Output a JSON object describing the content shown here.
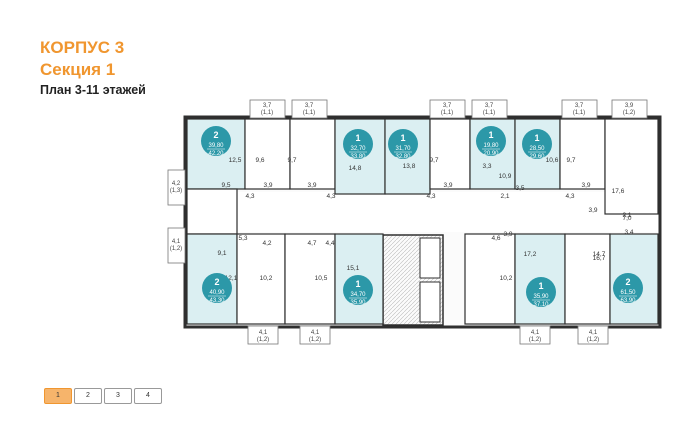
{
  "header": {
    "building": "КОРПУС 3",
    "section": "Секция 1",
    "plan": "План 3-11 этажей"
  },
  "colors": {
    "accent": "#f0962f",
    "badge": "#2c98a8",
    "room_fill": "#dbeff2",
    "wall": "#2f2f2f"
  },
  "apartments": [
    {
      "rooms": "2",
      "area_living": "39,80",
      "area_total": "42,20"
    },
    {
      "rooms": "1",
      "area_living": "32,70",
      "area_total": "33,80"
    },
    {
      "rooms": "1",
      "area_living": "31,70",
      "area_total": "32,80"
    },
    {
      "rooms": "1",
      "area_living": "19,80",
      "area_total": "20,90"
    },
    {
      "rooms": "1",
      "area_living": "28,50",
      "area_total": "29,60"
    },
    {
      "rooms": "2",
      "area_living": "40,90",
      "area_total": "43,30"
    },
    {
      "rooms": "1",
      "area_living": "34,70",
      "area_total": "35,90"
    },
    {
      "rooms": "1",
      "area_living": "35,90",
      "area_total": "37,10"
    },
    {
      "rooms": "2",
      "area_living": "61,50",
      "area_total": "63,90"
    }
  ],
  "room_labels": [
    "12,5",
    "9,6",
    "9,7",
    "14,8",
    "13,8",
    "9,7",
    "3,3",
    "10,9",
    "9,7",
    "10,6",
    "17,6",
    "3,9",
    "3,9",
    "3,9",
    "3,9",
    "3,5",
    "2,1",
    "3,9",
    "4,3",
    "4,3",
    "4,3",
    "4,3",
    "9,5",
    "7,0",
    "2,1",
    "3,4",
    "14,7",
    "5,3",
    "4,2",
    "4,7",
    "4,4",
    "9,1",
    "10,2",
    "12,1",
    "10,5",
    "15,1",
    "4,6",
    "3,9",
    "17,2",
    "16,7",
    "10,2"
  ],
  "balconies_top": [
    {
      "area": "3,7",
      "sub": "(1,1)"
    },
    {
      "area": "3,7",
      "sub": "(1,1)"
    },
    {
      "area": "3,7",
      "sub": "(1,1)"
    },
    {
      "area": "3,7",
      "sub": "(1,1)"
    },
    {
      "area": "3,7",
      "sub": "(1,1)"
    },
    {
      "area": "3,9",
      "sub": "(1,2)"
    }
  ],
  "balconies_left": [
    {
      "area": "4,2",
      "sub": "(1,3)"
    },
    {
      "area": "4,1",
      "sub": "(1,2)"
    }
  ],
  "balconies_bottom": [
    {
      "area": "4,1",
      "sub": "(1,2)"
    },
    {
      "area": "4,1",
      "sub": "(1,2)"
    },
    {
      "area": "4,1",
      "sub": "(1,2)"
    },
    {
      "area": "4,1",
      "sub": "(1,2)"
    }
  ],
  "section_nav": [
    "1",
    "2",
    "3",
    "4"
  ]
}
